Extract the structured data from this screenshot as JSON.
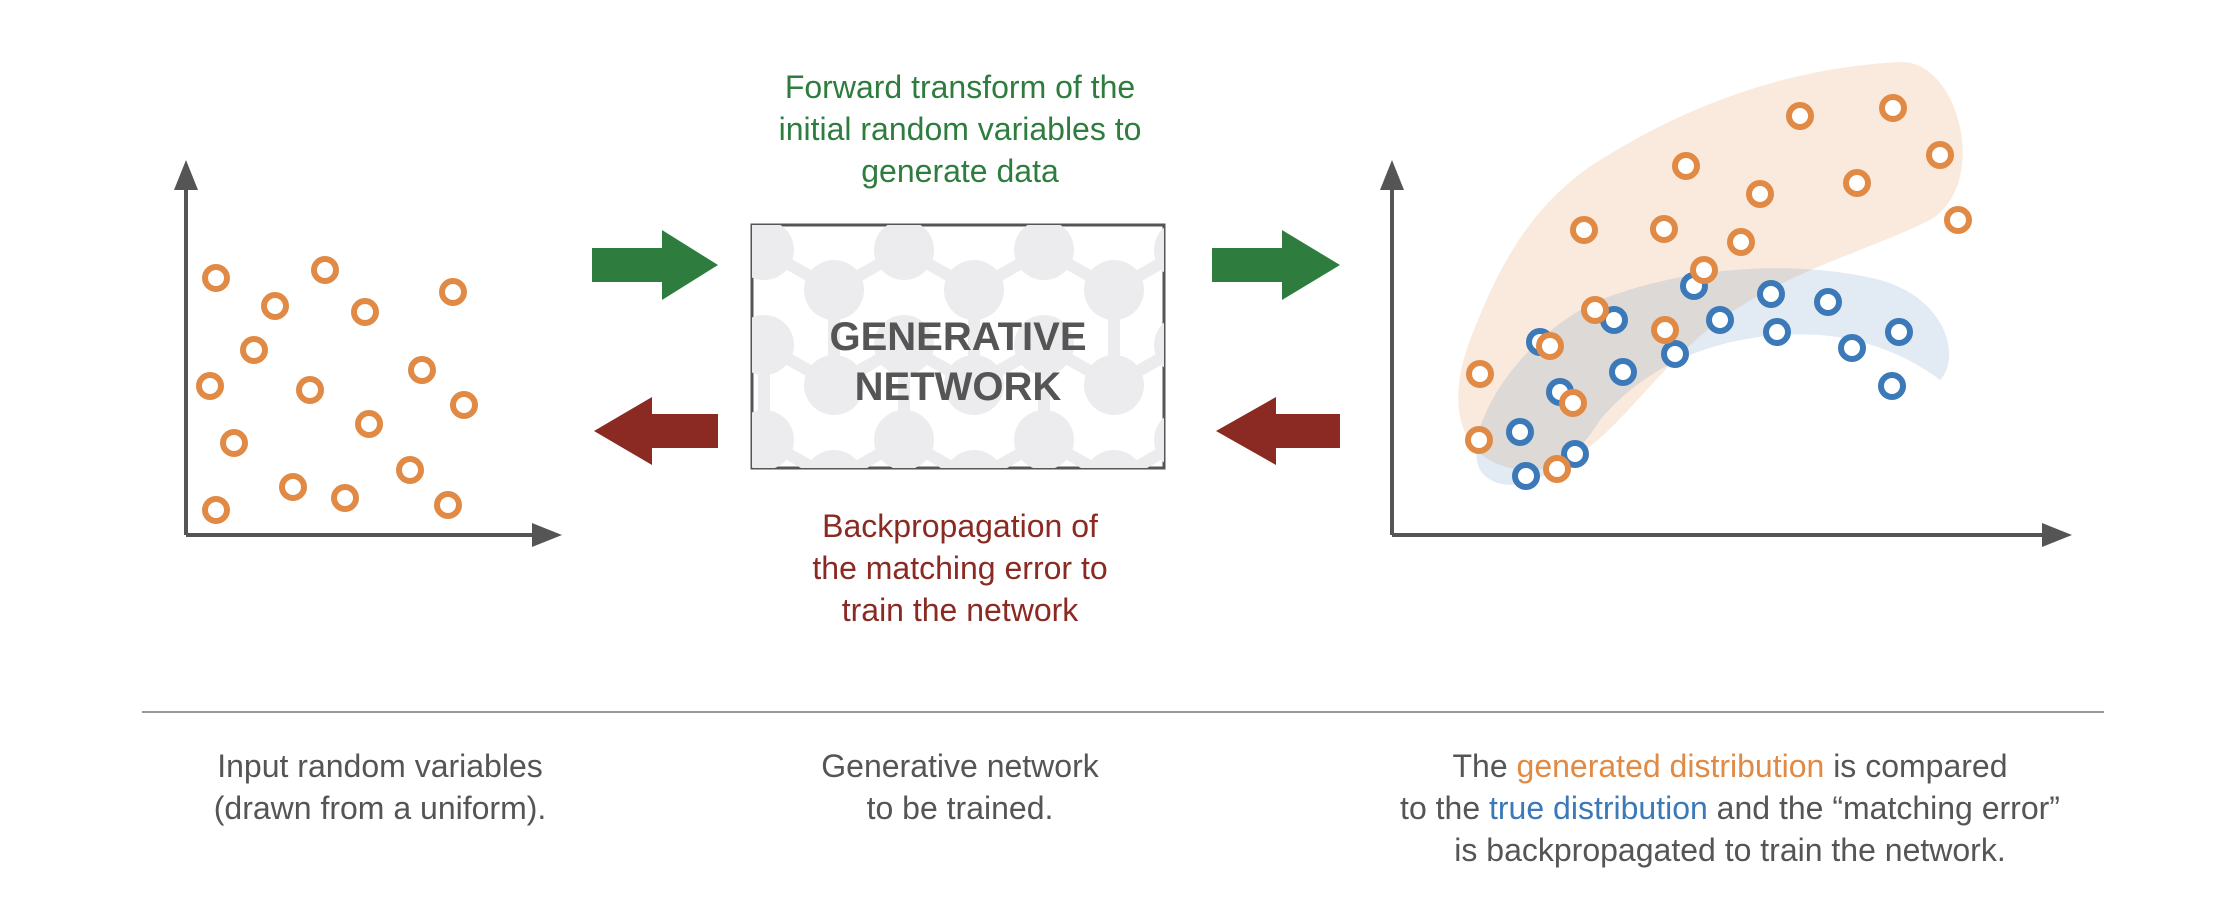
{
  "forward": {
    "line1": "Forward transform of the",
    "line2": "initial random variables to",
    "line3": "generate data"
  },
  "backprop": {
    "line1": "Backpropagation of",
    "line2": "the matching error to",
    "line3": "train the network"
  },
  "network": {
    "line1": "GENERATIVE",
    "line2": "NETWORK"
  },
  "captions": {
    "input": {
      "line1": "Input random variables",
      "line2": "(drawn from a uniform)."
    },
    "network": {
      "line1": "Generative network",
      "line2": "to be trained."
    },
    "output": {
      "line1_prefix": "The ",
      "line1_highlight": "generated distribution",
      "line1_suffix": " is compared",
      "line2_prefix": "to the ",
      "line2_highlight": "true distribution",
      "line2_suffix": " and the “matching error”",
      "line3": "is backpropagated to train the network."
    }
  },
  "colors": {
    "generated": "#e08a45",
    "true": "#3b79b8",
    "forward_arrow": "#2e7d3e",
    "backward_arrow": "#8a2a22",
    "axis": "#555555"
  },
  "icons": {
    "forward_arrow": "arrow-right-icon",
    "backward_arrow": "arrow-left-icon",
    "point": "ring-marker-icon"
  }
}
